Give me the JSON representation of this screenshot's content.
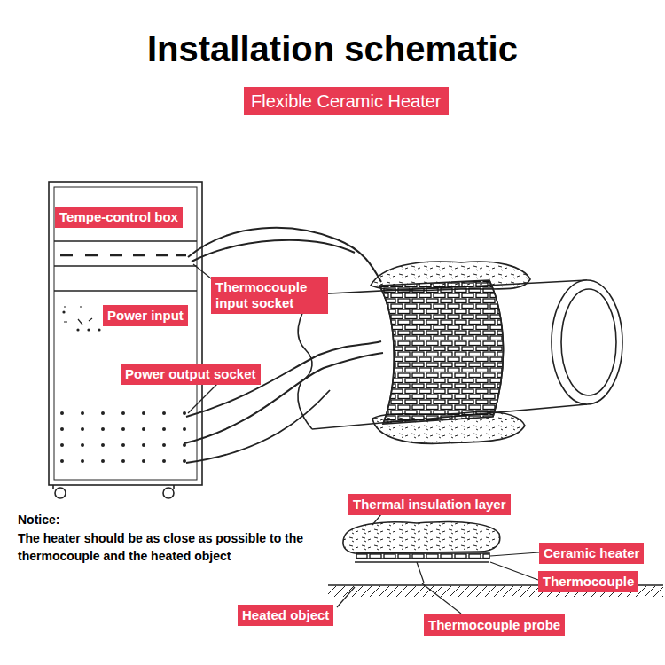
{
  "diagram": {
    "title": "Installation schematic",
    "nodes": [
      {
        "text": [
          "Flexible Ceramic Heater"
        ]
      },
      {
        "text": [
          "Tempe-control box"
        ]
      },
      {
        "text": [
          "Thermocouple input socket"
        ]
      },
      {
        "text": [
          "Power input"
        ]
      },
      {
        "text": [
          "Power output socket"
        ]
      },
      {
        "text": [
          "Thermal insulation layer"
        ]
      },
      {
        "text": [
          "Ceramic heater"
        ]
      },
      {
        "text": [
          "Thermocouple"
        ]
      },
      {
        "text": [
          "Heated object"
        ]
      },
      {
        "text": [
          "Thermocouple probe"
        ]
      }
    ],
    "labels": [
      "Notice:",
      "The heater should be as close as possible to the thermocouple and the heated object"
    ]
  }
}
